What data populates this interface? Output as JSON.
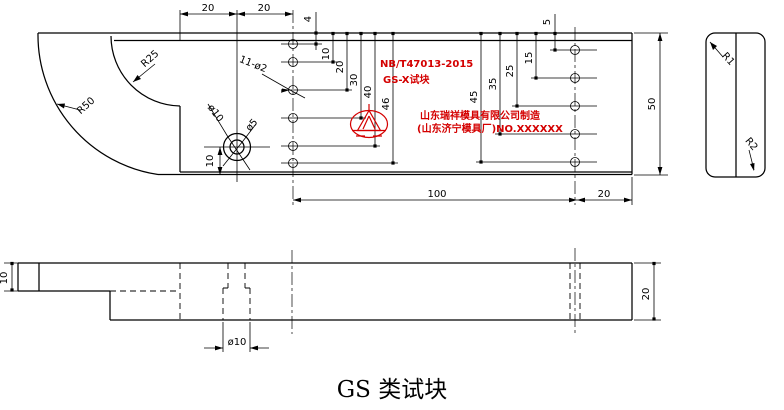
{
  "caption": "GS 类试块",
  "annotations": {
    "standard": "NB/T47013-2015",
    "model": "GS-X试块",
    "maker_line1": "山东瑞祥模具有限公司制造",
    "maker_line2": "(山东济宁模具厂)NO.XXXXXX"
  },
  "top_view": {
    "dims": {
      "dim_top_left": "20",
      "dim_top_right": "20",
      "dim_4": "4",
      "left_chain": [
        "10",
        "20",
        "30",
        "40",
        "46"
      ],
      "right_chain": [
        "5",
        "15",
        "25",
        "35",
        "45"
      ],
      "dim_height": "50",
      "dim_length": "100",
      "dim_right_offset": "20",
      "hole_offset": "10",
      "radius_large": "R50",
      "radius_small": "R25",
      "holes_note": "11-ø2",
      "counterbore": "ø10",
      "through_hole": "ø5"
    }
  },
  "front_view": {
    "dims": {
      "thin_thickness": "10",
      "hole_dia": "ø10",
      "thick_thickness": "20"
    }
  },
  "side_view": {
    "radius_top": "R1",
    "radius_bottom": "R2"
  }
}
